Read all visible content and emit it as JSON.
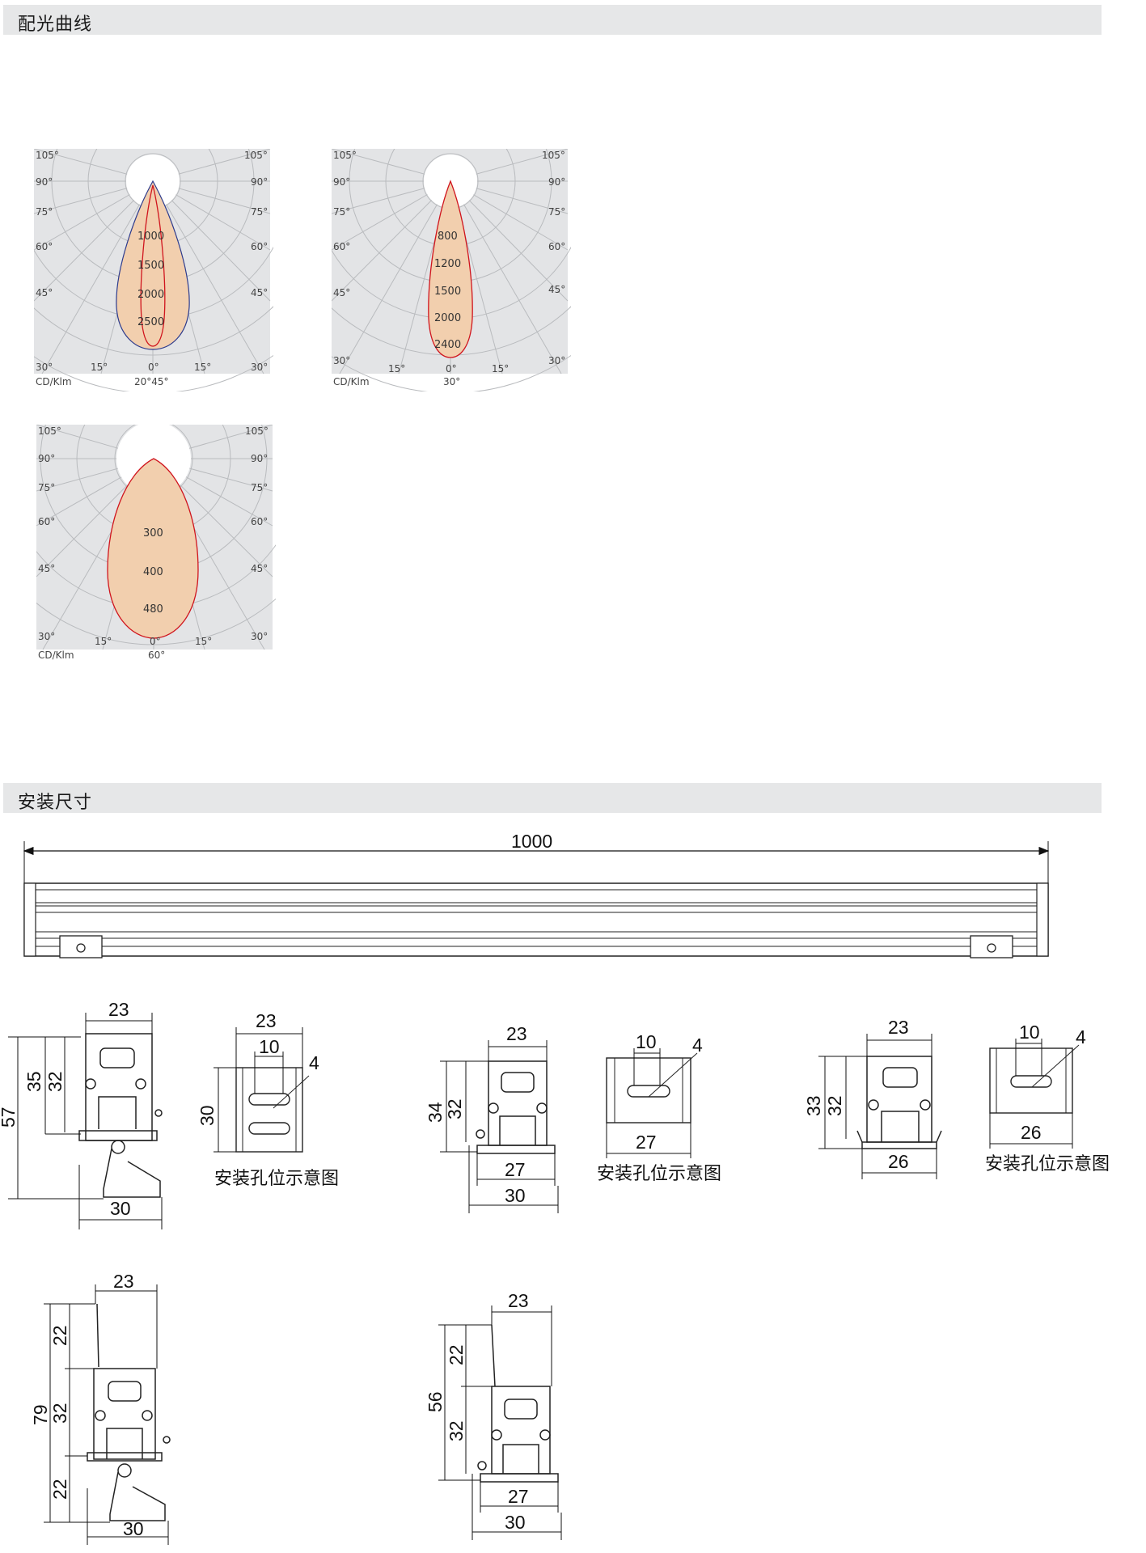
{
  "sections": {
    "light_curve_title": "配光曲线",
    "install_title": "安装尺寸"
  },
  "polar_charts": [
    {
      "angles_left": [
        "105°",
        "90°",
        "75°",
        "60°",
        "45°",
        "30°"
      ],
      "angles_right": [
        "105°",
        "90°",
        "75°",
        "60°",
        "45°",
        "30°"
      ],
      "bottom": [
        "15°",
        "0°",
        "15°"
      ],
      "values": [
        "1000",
        "1500",
        "2000",
        "2500"
      ],
      "unit": "CD/Klm",
      "beam": "20°45°"
    },
    {
      "angles_left": [
        "105°",
        "90°",
        "75°",
        "60°",
        "45°",
        "30°"
      ],
      "angles_right": [
        "105°",
        "90°",
        "75°",
        "60°",
        "45°",
        "30°"
      ],
      "bottom": [
        "15°",
        "0°",
        "15°"
      ],
      "values": [
        "800",
        "1200",
        "1500",
        "2000",
        "2400"
      ],
      "unit": "CD/Klm",
      "beam": "30°"
    },
    {
      "angles_left": [
        "105°",
        "90°",
        "75°",
        "60°",
        "45°",
        "30°"
      ],
      "angles_right": [
        "105°",
        "90°",
        "75°",
        "60°",
        "45°",
        "30°"
      ],
      "bottom": [
        "15°",
        "0°",
        "15°"
      ],
      "values": [
        "300",
        "400",
        "480"
      ],
      "unit": "CD/Klm",
      "beam": "60°"
    }
  ],
  "dimensions": {
    "length": "1000",
    "d23": "23",
    "d57": "57",
    "d35": "35",
    "d32": "32",
    "d30": "30",
    "d10": "10",
    "d4": "4",
    "d34": "34",
    "d27": "27",
    "d33": "33",
    "d26": "26",
    "d22": "22",
    "d79": "79",
    "d56": "56"
  },
  "captions": {
    "hole_diagram": "安装孔位示意图"
  }
}
